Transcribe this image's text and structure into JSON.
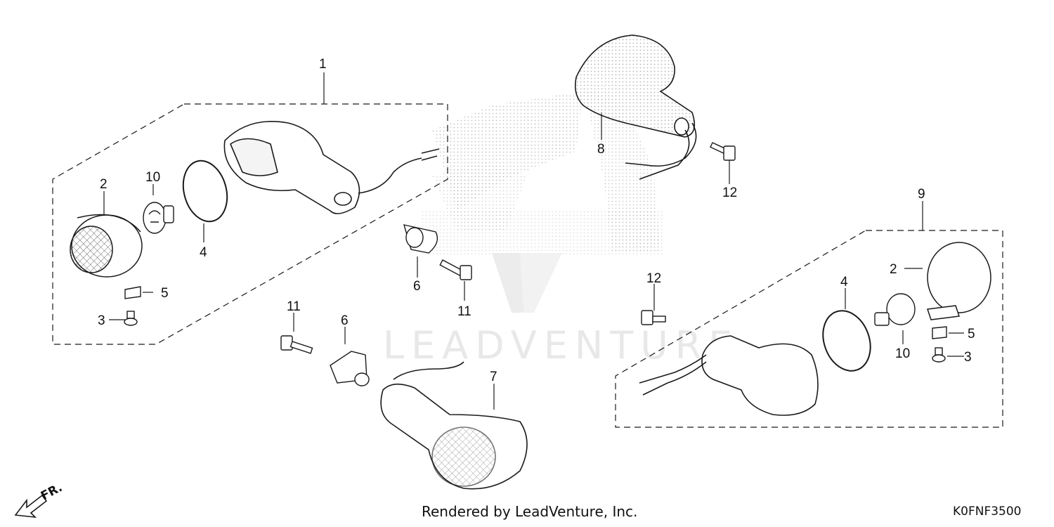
{
  "diagram": {
    "callouts": {
      "c1": "1",
      "c2a": "2",
      "c2b": "2",
      "c3a": "3",
      "c3b": "3",
      "c4a": "4",
      "c4b": "4",
      "c5a": "5",
      "c5b": "5",
      "c6a": "6",
      "c6b": "6",
      "c7": "7",
      "c8": "8",
      "c9": "9",
      "c10a": "10",
      "c10b": "10",
      "c11a": "11",
      "c11b": "11",
      "c12a": "12",
      "c12b": "12"
    },
    "direction_label": "FR.",
    "watermark": "LEADVENTURE"
  },
  "footer": {
    "credit": "Rendered by LeadVenture, Inc.",
    "code": "K0FNF3500"
  },
  "colors": {
    "line": "#1a1a1a",
    "watermark": "#e6e6e6",
    "dots": "#bdbdbd"
  }
}
